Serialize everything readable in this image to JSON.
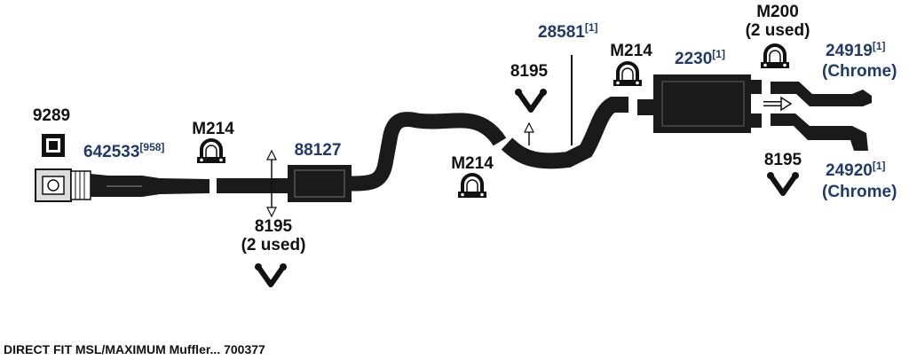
{
  "colors": {
    "part_number": "#1f3a6b",
    "hardware": "#111111",
    "pipe": "#1a1a1a"
  },
  "labels": {
    "p9289": "9289",
    "p642533": "642533",
    "p642533_sup": "[958]",
    "m214_a": "M214",
    "p88127": "88127",
    "c8195_a": "8195",
    "c8195_a_qty": "(2 used)",
    "m214_b": "M214",
    "c8195_b": "8195",
    "p28581": "28581",
    "p28581_sup": "[1]",
    "m214_c": "M214",
    "p2230": "2230",
    "p2230_sup": "[1]",
    "m200": "M200",
    "m200_qty": "(2 used)",
    "p24919": "24919",
    "p24919_sup": "[1]",
    "p24919_finish": "(Chrome)",
    "c8195_c": "8195",
    "p24920": "24920",
    "p24920_sup": "[1]",
    "p24920_finish": "(Chrome)"
  },
  "caption": "DIRECT FIT MSL/MAXIMUM Muffler... 700377",
  "icons": [
    "gasket-icon",
    "flange-icon",
    "u-clamp-icon",
    "v-hanger-icon",
    "arrow-icon"
  ]
}
